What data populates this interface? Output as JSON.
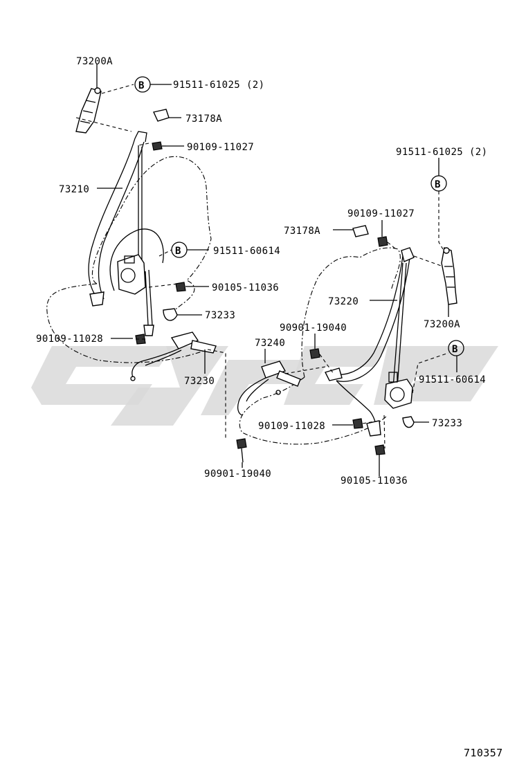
{
  "diagram_id": "710357",
  "callouts": {
    "l_73200A": "73200A",
    "l_91511_61025": "91511-61025 (2)",
    "l_73178A": "73178A",
    "l_90109_11027": "90109-11027",
    "l_73210": "73210",
    "l_91511_60614": "91511-60614",
    "l_90105_11036": "90105-11036",
    "l_73233": "73233",
    "l_90109_11028": "90109-11028",
    "l_73230": "73230",
    "l_90901_19040": "90901-19040",
    "r_91511_61025": "91511-61025 (2)",
    "r_90109_11027": "90109-11027",
    "r_73178A": "73178A",
    "r_73220": "73220",
    "r_90901_19040": "90901-19040",
    "r_73240": "73240",
    "r_73200A": "73200A",
    "r_91511_60614": "91511-60614",
    "r_90109_11028": "90109-11028",
    "r_73233": "73233",
    "r_90105_11036": "90105-11036"
  },
  "bolt_ref_letter": "B"
}
